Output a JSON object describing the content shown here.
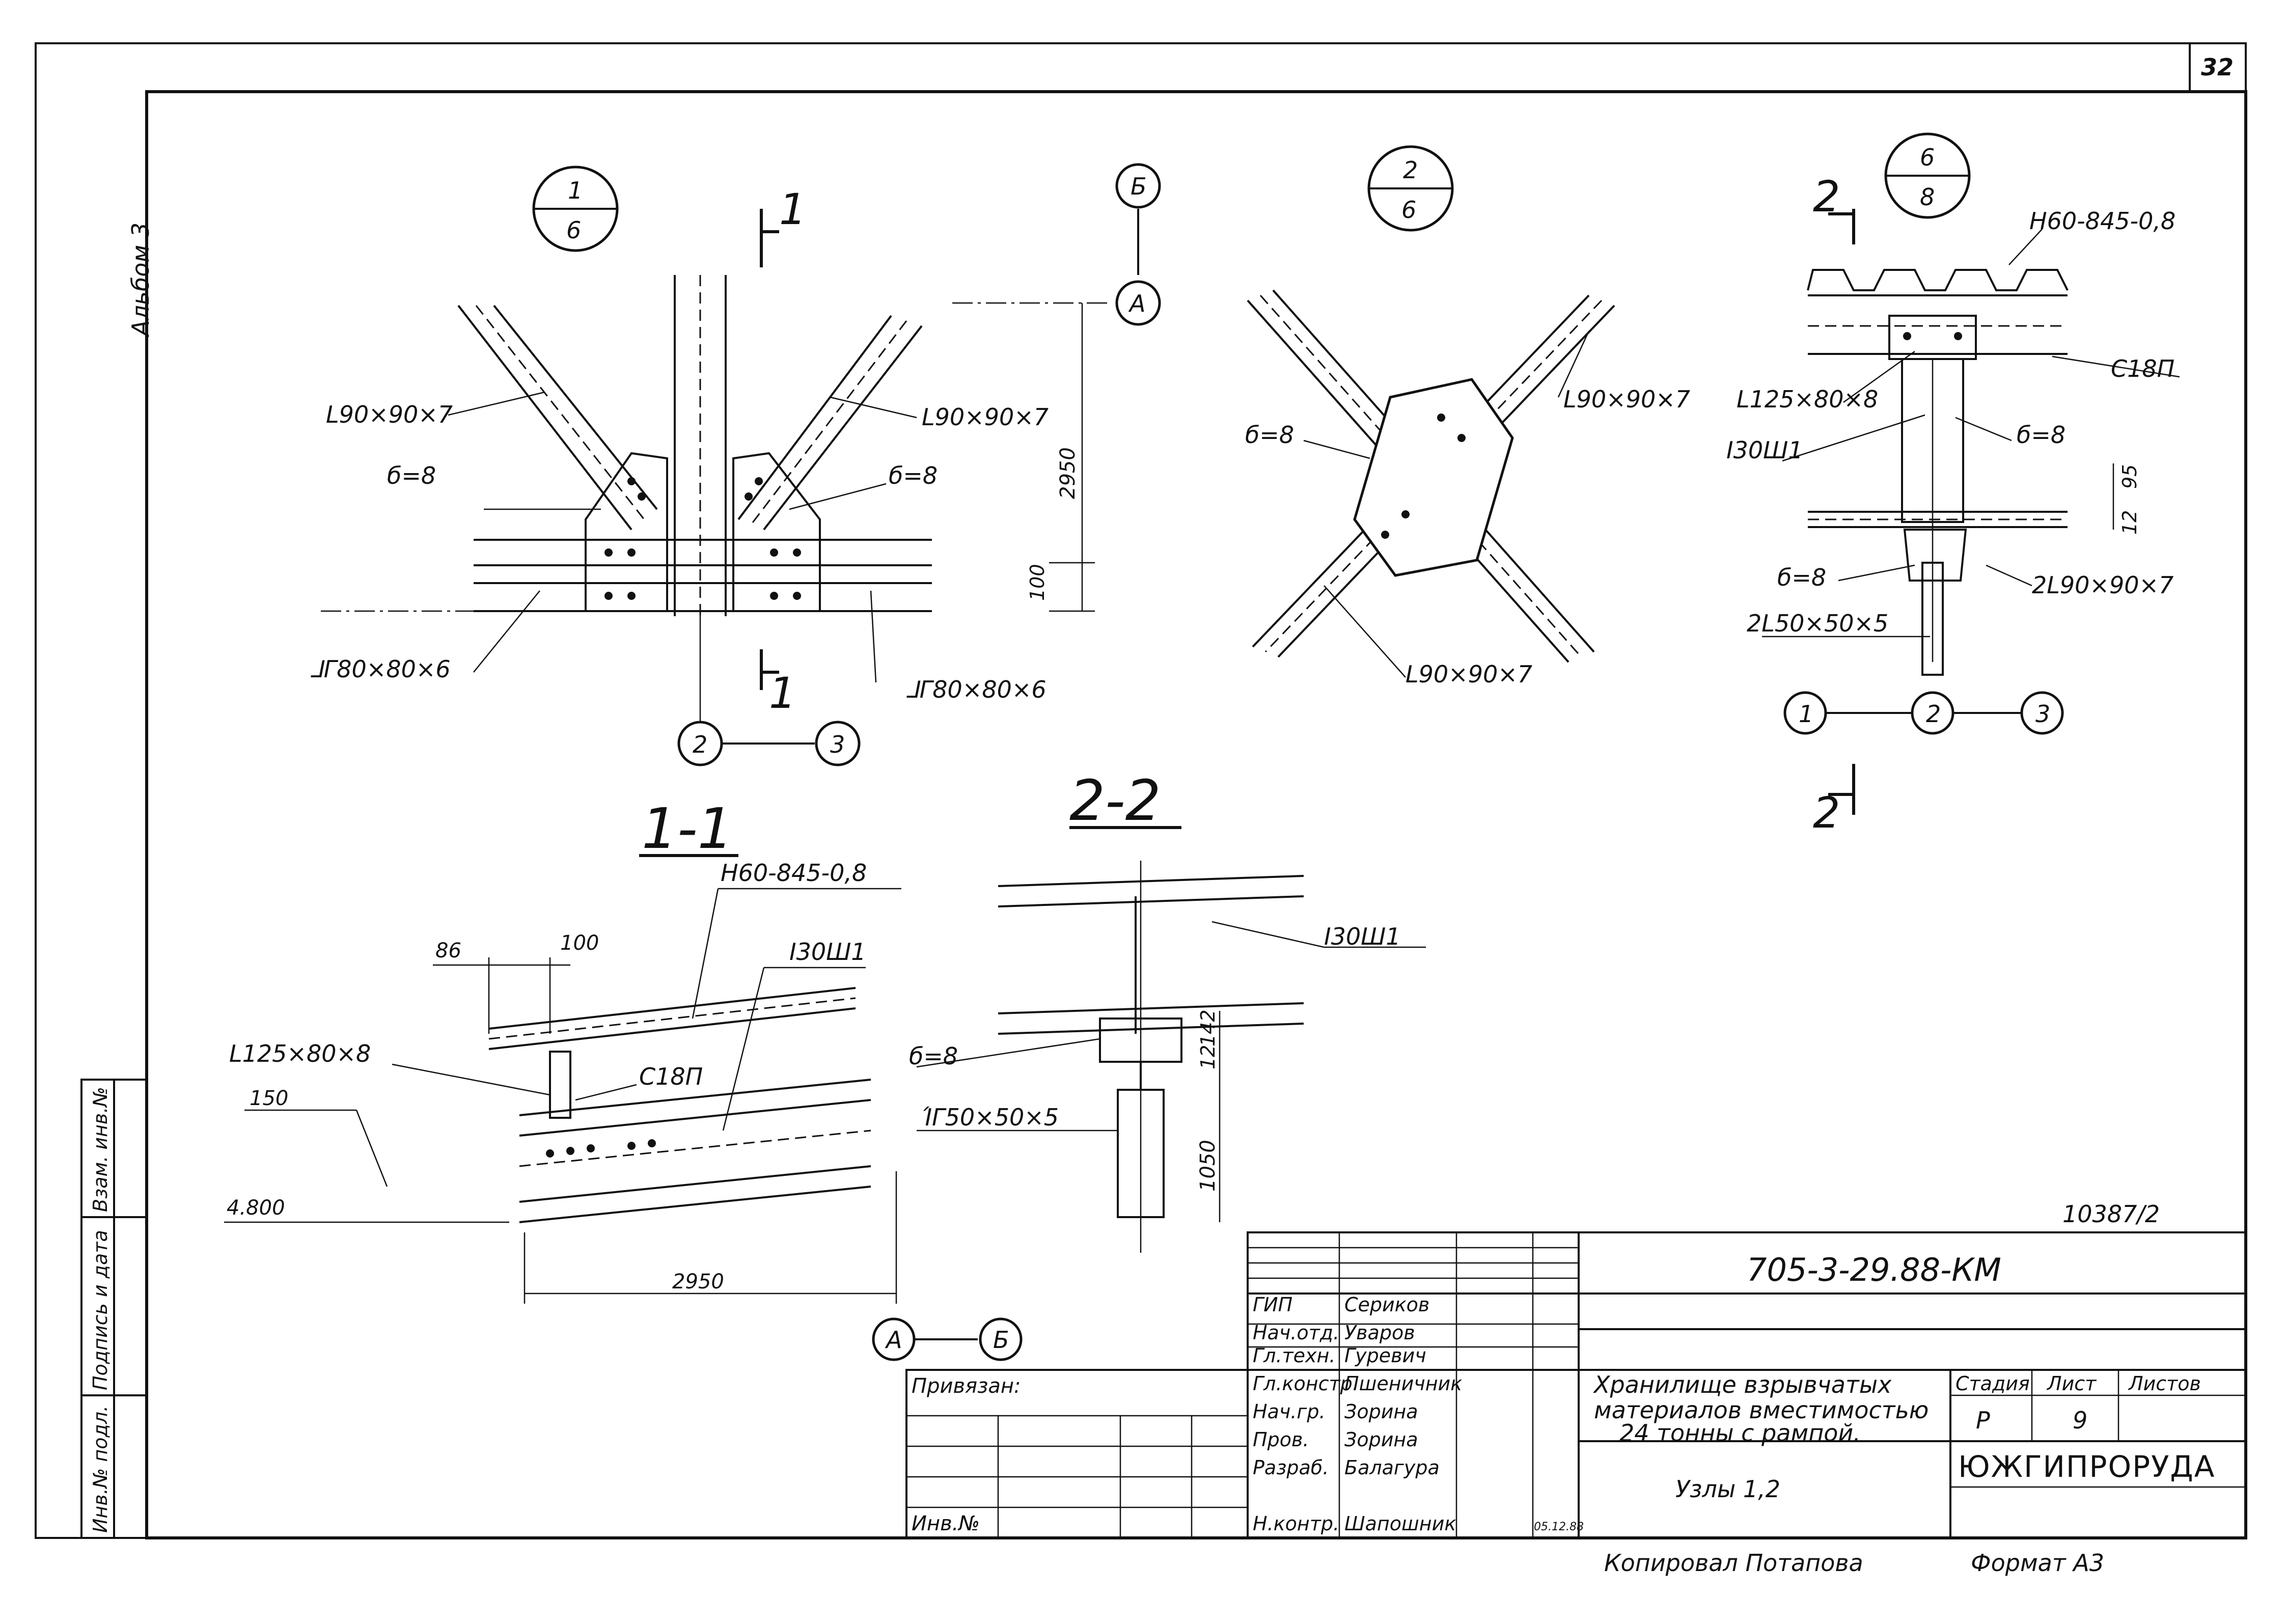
{
  "sheet": {
    "page_number": "32",
    "album": "Альбом 3",
    "copied_by": "Копировал  Потапова",
    "format": "Формат А3"
  },
  "side_stamp": {
    "inv_podl": "Инв.№ подл.",
    "podpis_data": "Подпись и дата",
    "vzam_inv": "Взам. инв.№"
  },
  "node1": {
    "mark_top": "1",
    "mark_bottom": "6",
    "section_mark": "1",
    "brace_left": "L90×90×7",
    "brace_right": "L90×90×7",
    "plate_left": "б=8",
    "plate_right": "б=8",
    "chord_left": "⅃Γ80×80×6",
    "chord_right": "⅃Γ80×80×6",
    "dim_2950": "2950",
    "dim_100": "100",
    "axis_a": "А",
    "axis_b": "Б",
    "axis_2": "2",
    "axis_3": "3"
  },
  "node2": {
    "mark_top": "2",
    "mark_bottom": "6",
    "plate": "б=8",
    "brace_top": "L90×90×7",
    "brace_bottom": "L90×90×7"
  },
  "node6": {
    "mark_top": "6",
    "mark_bottom": "8",
    "section_mark": "2",
    "deck": "Н60-845-0,8",
    "channel": "С18П",
    "angle": "L125×80×8",
    "beam": "I30Ш1",
    "plate": "б=8",
    "plate2": "б=8",
    "chord": "2L90×90×7",
    "post": "2L50×50×5",
    "dim_95": "95",
    "dim_12": "12",
    "axis_1": "1",
    "axis_2": "2",
    "axis_3": "3"
  },
  "sec11": {
    "title": "1-1",
    "deck": "Н60-845-0,8",
    "beam": "I30Ш1",
    "angle": "L125×80×8",
    "channel": "С18П",
    "dim_86": "86",
    "dim_100": "100",
    "dim_150": "150",
    "level": "4.800",
    "dim_2950": "2950",
    "axis_a": "А",
    "axis_b": "Б"
  },
  "sec22": {
    "title": "2-2",
    "beam": "I30Ш1",
    "plate": "б=8",
    "post": "ΊΓ50×50×5",
    "dim_142": "142",
    "dim_12": "12",
    "dim_1050": "1050"
  },
  "title_block": {
    "doc_number": "705-3-29.88-КМ",
    "order_number": "10387/2",
    "attached": "Привязан:",
    "inv_no": "Инв.№",
    "roles": [
      {
        "role": "ГИП",
        "name": "Сериков"
      },
      {
        "role": "Нач.отд.",
        "name": "Уваров"
      },
      {
        "role": "Гл.техн.",
        "name": "Гуревич"
      },
      {
        "role": "Гл.констр.",
        "name": "Пшеничник"
      },
      {
        "role": "Нач.гр.",
        "name": "Зорина"
      },
      {
        "role": "Пров.",
        "name": "Зорина"
      },
      {
        "role": "Разраб.",
        "name": "Балагура"
      },
      {
        "role": "Н.контр.",
        "name": "Шапошник"
      }
    ],
    "date": "05.12.88",
    "object_title_1": "Хранилище взрывчатых",
    "object_title_2": "материалов вместимостью",
    "object_title_3": "24 тонны с рампой.",
    "sheet_title": "Узлы 1,2",
    "stage_label": "Стадия",
    "sheet_label": "Лист",
    "sheets_label": "Листов",
    "stage": "Р",
    "sheet_no": "9",
    "sheets_total": "",
    "organization": "ЮЖГИПРОРУДА"
  }
}
